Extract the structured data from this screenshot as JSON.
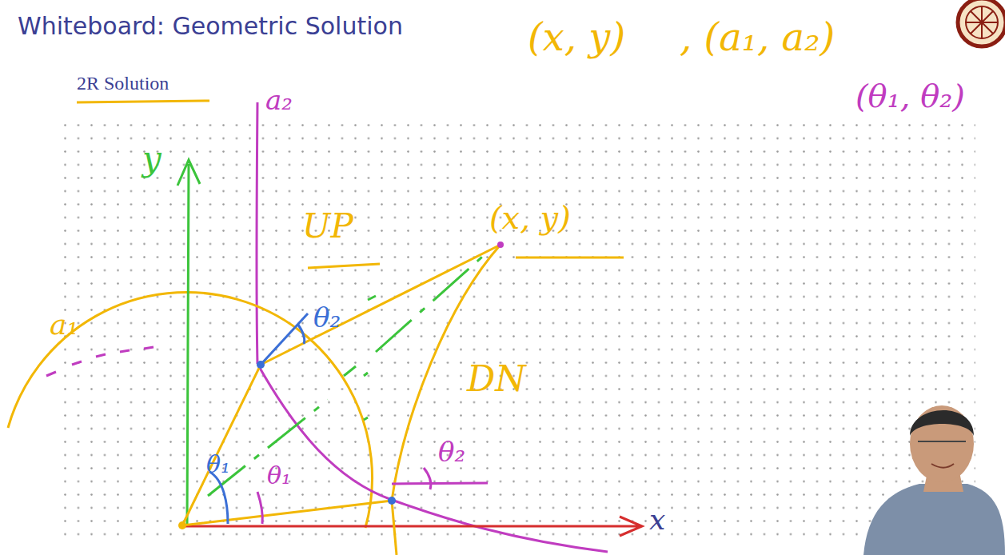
{
  "diagram": {
    "title": "Whiteboard: Geometric Solution",
    "labels": [
      "2R Solution",
      "(x, y)",
      ", (a₁, a₂)",
      "(θ₁, θ₂)",
      "a₂",
      "y",
      "a₁",
      "UP",
      "(x, y)",
      "θ₂",
      "θ₁",
      "θ₁",
      "DN",
      "θ₂",
      "x"
    ]
  }
}
